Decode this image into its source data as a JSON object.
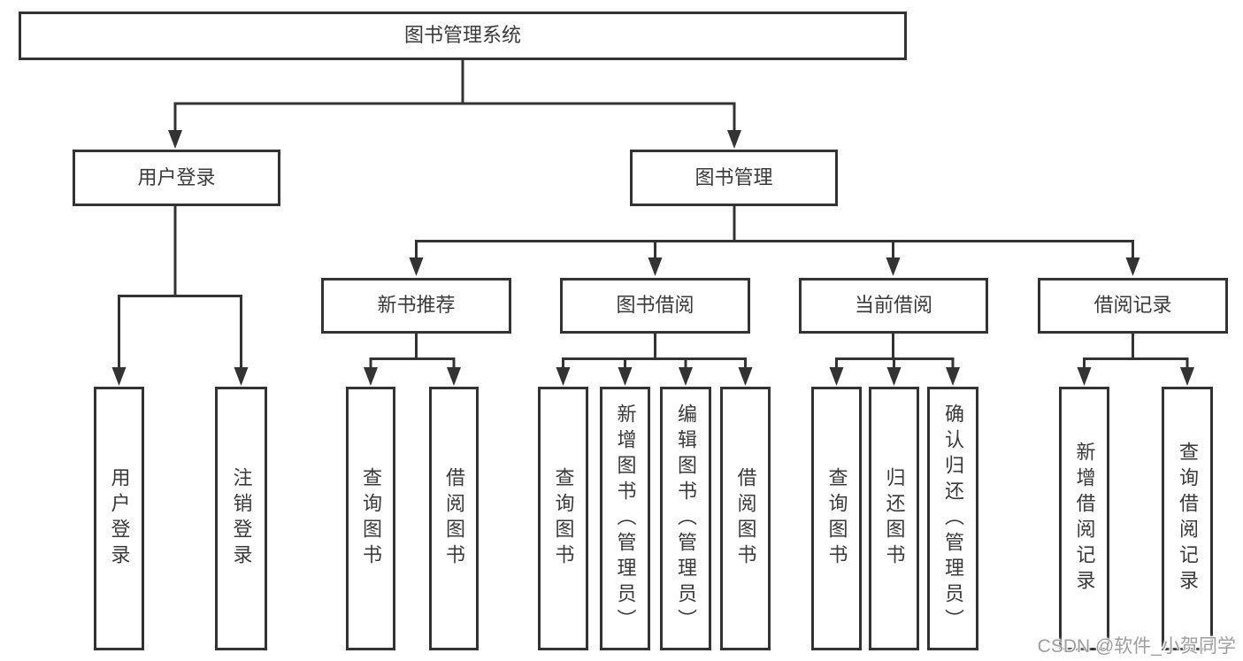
{
  "tree": {
    "root": "图书管理系统",
    "children": [
      {
        "label": "用户登录",
        "children": [
          "用户登录",
          "注销登录"
        ]
      },
      {
        "label": "图书管理",
        "children": [
          {
            "label": "新书推荐",
            "children": [
              "查询图书",
              "借阅图书"
            ]
          },
          {
            "label": "图书借阅",
            "children": [
              "查询图书",
              "新增图书（管理员）",
              "编辑图书（管理员）",
              "借阅图书"
            ]
          },
          {
            "label": "当前借阅",
            "children": [
              "查询图书",
              "归还图书",
              "确认归还（管理员）"
            ]
          },
          {
            "label": "借阅记录",
            "children": [
              "新增借阅记录",
              "查询借阅记录"
            ]
          }
        ]
      }
    ]
  },
  "colors": {
    "line": "#333333",
    "text": "#3a3a3a",
    "background": "#ffffff",
    "watermark": "#9e9e9e"
  },
  "watermark": {
    "text": "CSDN @软件_小贺同学"
  }
}
